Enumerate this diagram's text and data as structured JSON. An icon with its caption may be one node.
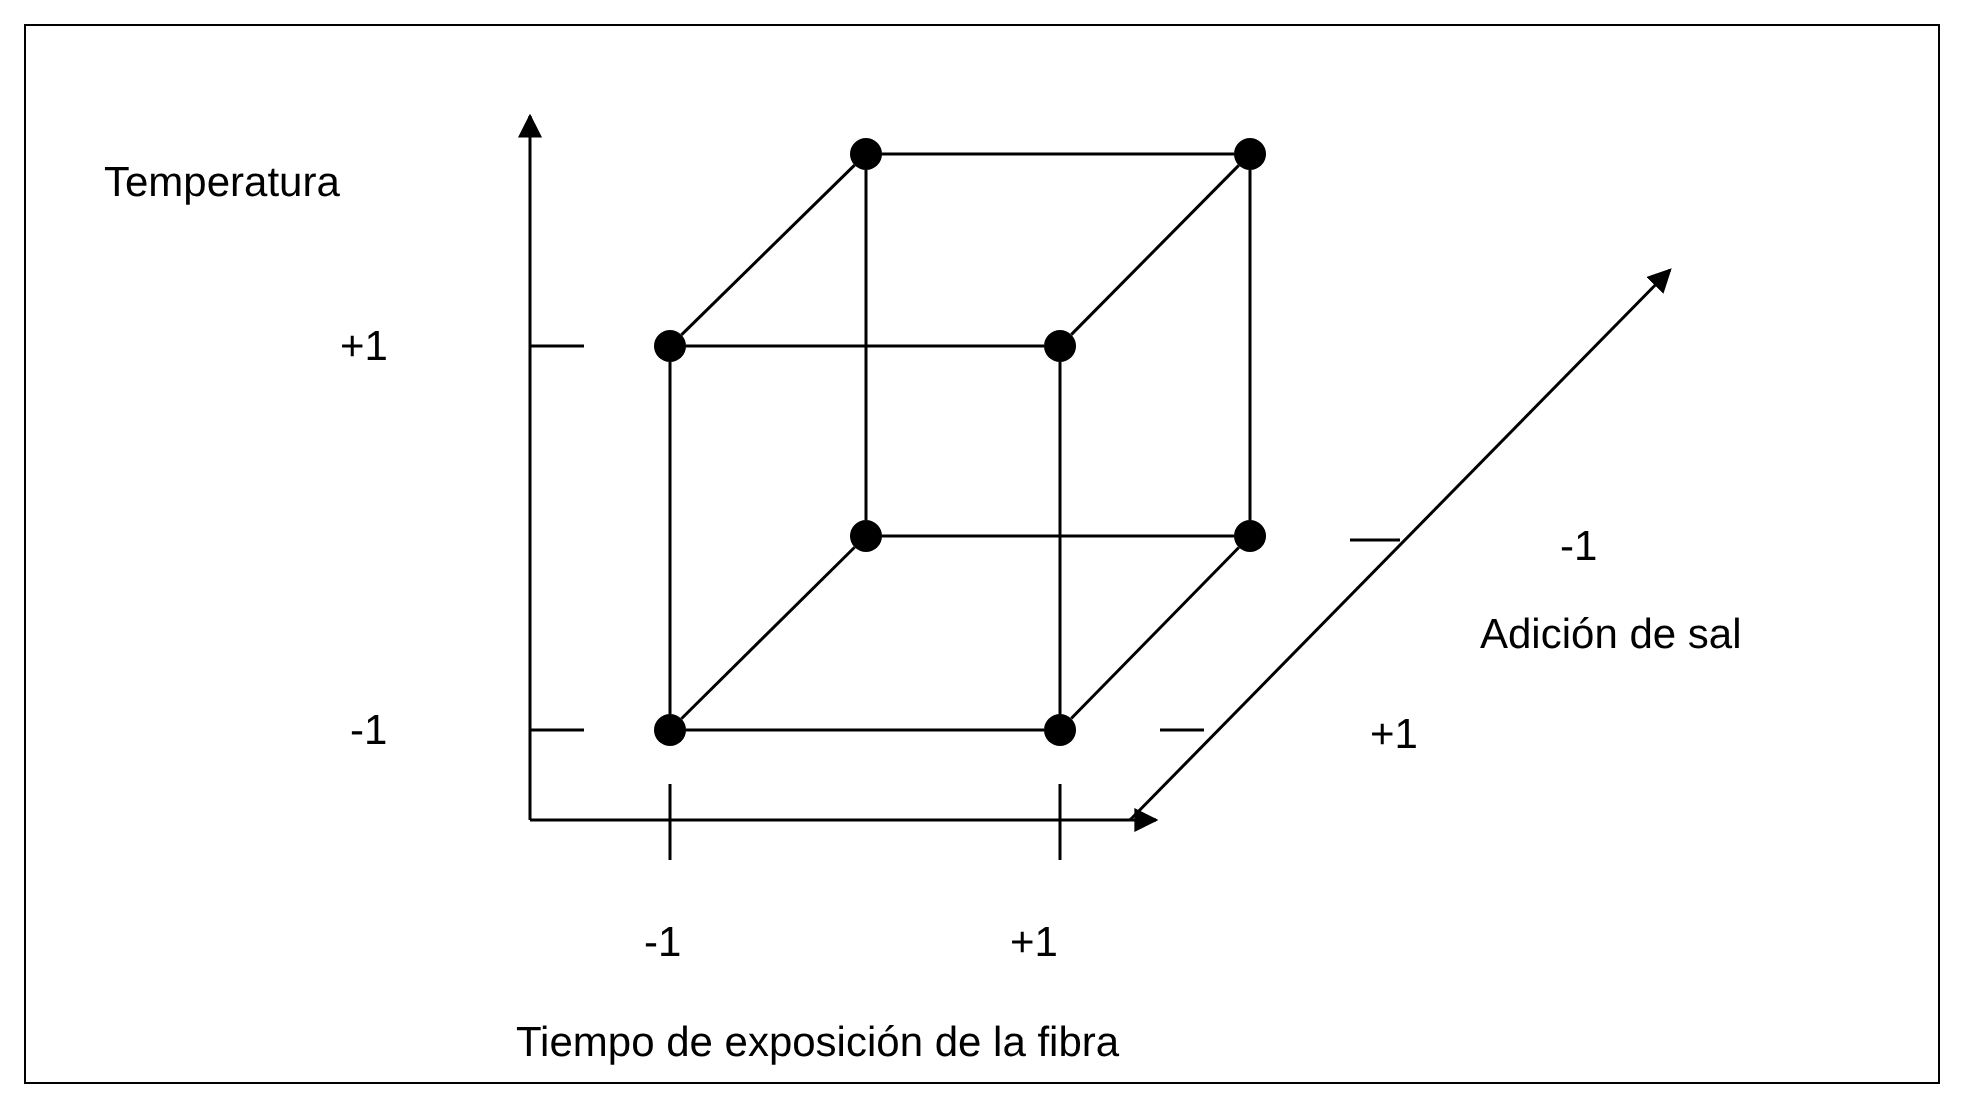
{
  "diagram": {
    "nodes": [
      {
        "text": [],
        "shape": "circle"
      },
      {
        "text": [],
        "shape": "circle"
      },
      {
        "text": [],
        "shape": "circle"
      },
      {
        "text": [],
        "shape": "circle"
      },
      {
        "text": [],
        "shape": "circle"
      },
      {
        "text": [],
        "shape": "circle"
      },
      {
        "text": [],
        "shape": "circle"
      },
      {
        "text": [],
        "shape": "circle"
      }
    ],
    "edges": [
      {
        "from": 0,
        "to": 1,
        "arrow": "none"
      },
      {
        "from": 0,
        "to": 2,
        "arrow": "none"
      },
      {
        "from": 1,
        "to": 3,
        "arrow": "none"
      },
      {
        "from": 2,
        "to": 3,
        "arrow": "none"
      },
      {
        "from": 0,
        "to": 4,
        "arrow": "none"
      },
      {
        "from": 1,
        "to": 5,
        "arrow": "none"
      },
      {
        "from": 2,
        "to": 6,
        "arrow": "none"
      },
      {
        "from": 3,
        "to": 7,
        "arrow": "none"
      },
      {
        "from": 4,
        "to": 5,
        "arrow": "none"
      },
      {
        "from": 4,
        "to": 6,
        "arrow": "none"
      },
      {
        "from": 5,
        "to": 7,
        "arrow": "none"
      },
      {
        "from": 6,
        "to": 7,
        "arrow": "none"
      }
    ],
    "labels": [
      "Temperatura",
      "+1",
      "-1",
      "Adición de sal",
      "-1",
      "+1",
      "-1",
      "+1",
      "Tiempo de exposición de la fibra"
    ]
  }
}
